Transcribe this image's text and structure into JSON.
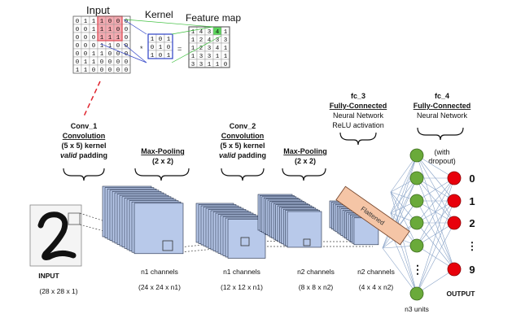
{
  "conv_example": {
    "input_label": "Input",
    "kernel_label": "Kernel",
    "feature_label": "Feature map",
    "input_matrix": [
      [
        0,
        1,
        1,
        1,
        0,
        0,
        0
      ],
      [
        0,
        0,
        1,
        1,
        1,
        0,
        0
      ],
      [
        0,
        0,
        0,
        1,
        1,
        1,
        0
      ],
      [
        0,
        0,
        0,
        1,
        1,
        0,
        0
      ],
      [
        0,
        0,
        1,
        1,
        0,
        0,
        0
      ],
      [
        0,
        1,
        1,
        0,
        0,
        0,
        0
      ],
      [
        1,
        1,
        0,
        0,
        0,
        0,
        0
      ]
    ],
    "kernel_matrix": [
      [
        1,
        0,
        1
      ],
      [
        0,
        1,
        0
      ],
      [
        1,
        0,
        1
      ]
    ],
    "feature_matrix": [
      [
        1,
        4,
        3,
        4,
        1
      ],
      [
        1,
        2,
        4,
        3,
        3
      ],
      [
        1,
        2,
        3,
        4,
        1
      ],
      [
        1,
        3,
        3,
        1,
        1
      ],
      [
        3,
        3,
        1,
        1,
        0
      ]
    ],
    "op_multiply": "*",
    "op_equals": "="
  },
  "stages": {
    "conv1": {
      "title": "Conv_1",
      "line2": "Convolution",
      "line3": "(5 x 5) kernel",
      "line4_em": "valid",
      "line4_rest": " padding"
    },
    "pool1": {
      "title": "Max-Pooling",
      "line2": "(2 x 2)"
    },
    "conv2": {
      "title": "Conv_2",
      "line2": "Convolution",
      "line3": "(5 x 5) kernel",
      "line4_em": "valid",
      "line4_rest": " padding"
    },
    "pool2": {
      "title": "Max-Pooling",
      "line2": "(2 x 2)"
    },
    "fc3": {
      "title": "fc_3",
      "line2": "Fully-Connected",
      "line3": "Neural Network",
      "line4": "ReLU activation"
    },
    "fc4": {
      "title": "fc_4",
      "line2": "Fully-Connected",
      "line3": "Neural Network",
      "dropout1": "(with",
      "dropout2": "dropout)"
    }
  },
  "blocks": {
    "input": {
      "name": "INPUT",
      "dims": "(28 x 28 x 1)"
    },
    "b1": {
      "name": "n1 channels",
      "dims": "(24 x 24 x n1)"
    },
    "b2": {
      "name": "n1 channels",
      "dims": "(12 x 12 x n1)"
    },
    "b3": {
      "name": "n2 channels",
      "dims": "(8 x 8 x n2)"
    },
    "b4": {
      "name": "n2 channels",
      "dims": "(4 x 4 x n2)"
    },
    "flattened": "Flattened",
    "hidden_units": "n3 units",
    "output": "OUTPUT"
  },
  "output_labels": [
    "0",
    "1",
    "2",
    "⋮",
    "9"
  ],
  "hidden_dots": "⋮",
  "colors": {
    "input_highlight": "#f4a9b0",
    "input_border": "#e0505a",
    "kernel_border": "#2b3fc6",
    "feature_highlight": "#5bd65b",
    "block_fill": "#b8c9ea",
    "block_border": "#1f2b44",
    "flatten_fill": "#f5c5a6",
    "flatten_border": "#7a4a30",
    "hidden_node": "#6aaa3a",
    "output_node": "#e8000b",
    "connection": "#8aa4c8",
    "red_dashed": "#e0242e"
  }
}
